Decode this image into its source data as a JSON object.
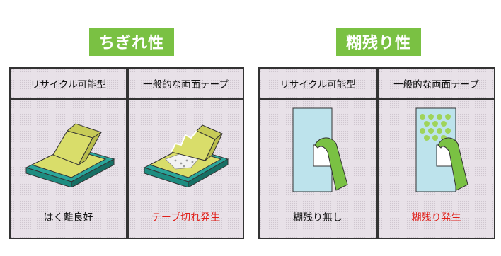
{
  "groups": [
    {
      "title": "ちぎれ性",
      "columns": [
        {
          "header": "リサイクル可能型",
          "caption": "はく離良好",
          "caption_color": "#111111"
        },
        {
          "header": "一般的な両面テープ",
          "caption": "テープ切れ発生",
          "caption_color": "#e0201a"
        }
      ]
    },
    {
      "title": "糊残り性",
      "columns": [
        {
          "header": "リサイクル可能型",
          "caption": "糊残り無し",
          "caption_color": "#111111"
        },
        {
          "header": "一般的な両面テープ",
          "caption": "糊残り発生",
          "caption_color": "#e0201a"
        }
      ]
    }
  ],
  "colors": {
    "title_bg": "#7ac143",
    "border": "#2e8b74",
    "panel_bg": "#e8e1e8",
    "tape_yellow": "#d9dd6a",
    "base_teal": "#2aa59a",
    "sheet_blue": "#bde3ec",
    "tape_green": "#7ac143"
  }
}
